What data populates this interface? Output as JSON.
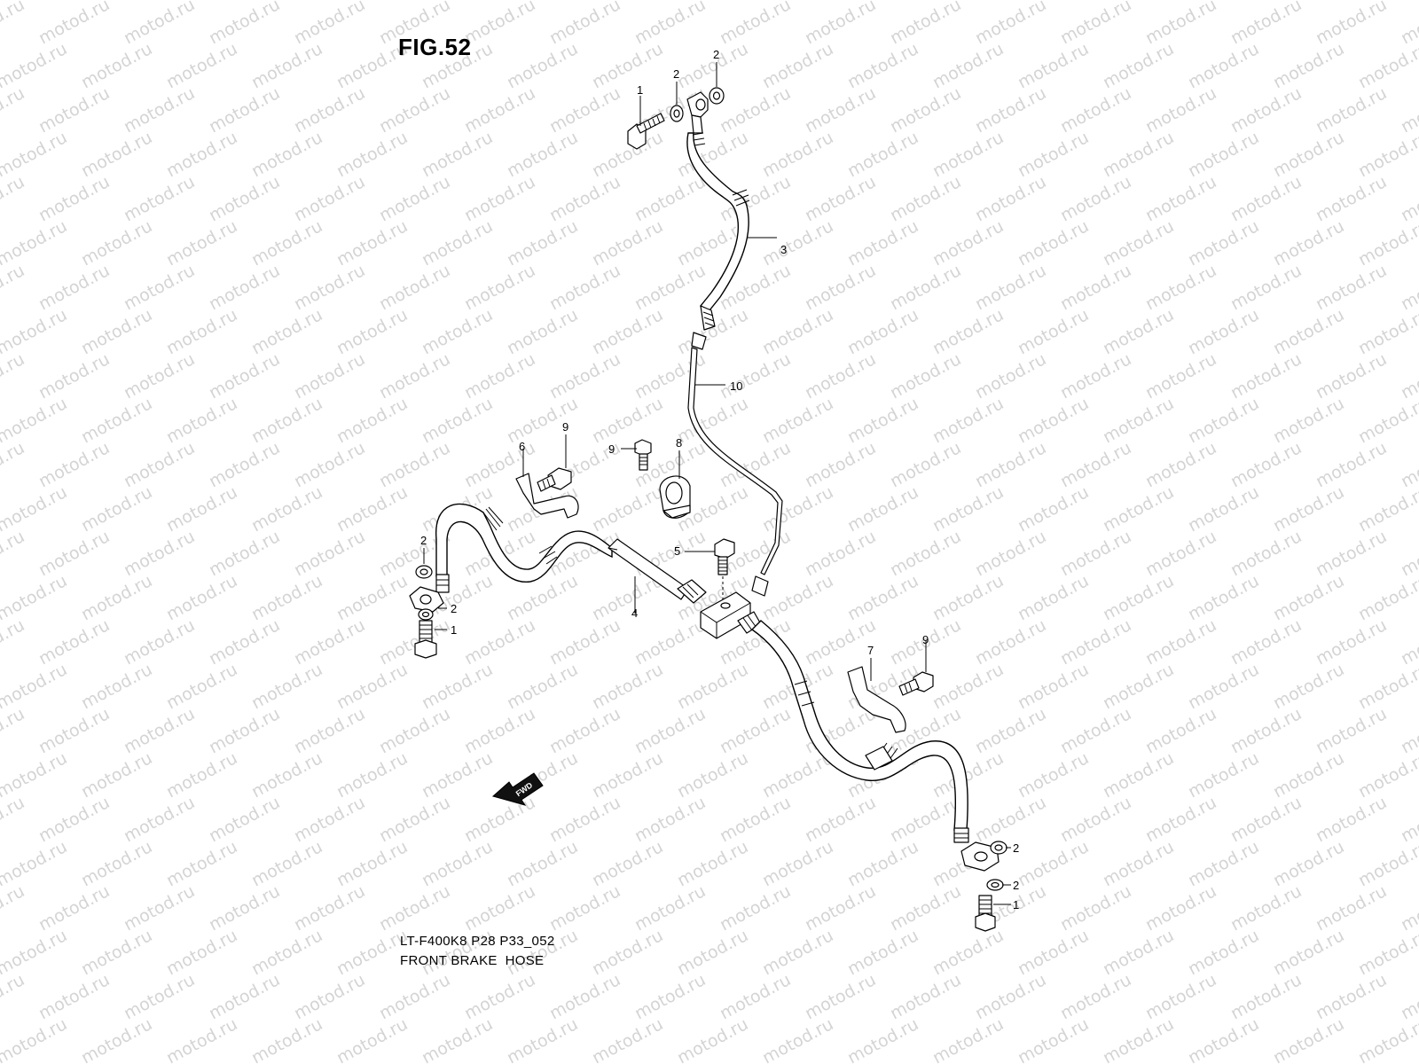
{
  "figure": {
    "title": "FIG.52",
    "code": "LT-F400K8 P28 P33_052",
    "name": "FRONT BRAKE  HOSE"
  },
  "watermark": {
    "text": "motod.ru"
  },
  "direction_marker": {
    "text": "FWD",
    "icon": "fwd-arrow-icon"
  },
  "callouts": [
    {
      "id": "c1a",
      "label": "1"
    },
    {
      "id": "c2a",
      "label": "2"
    },
    {
      "id": "c2b",
      "label": "2"
    },
    {
      "id": "c3",
      "label": "3"
    },
    {
      "id": "c10",
      "label": "10"
    },
    {
      "id": "c6",
      "label": "6"
    },
    {
      "id": "c9a",
      "label": "9"
    },
    {
      "id": "c9b",
      "label": "9"
    },
    {
      "id": "c8",
      "label": "8"
    },
    {
      "id": "c2c",
      "label": "2"
    },
    {
      "id": "c2d",
      "label": "2"
    },
    {
      "id": "c1b",
      "label": "1"
    },
    {
      "id": "c5",
      "label": "5"
    },
    {
      "id": "c4",
      "label": "4"
    },
    {
      "id": "c7",
      "label": "7"
    },
    {
      "id": "c9c",
      "label": "9"
    },
    {
      "id": "c2e",
      "label": "2"
    },
    {
      "id": "c2f",
      "label": "2"
    },
    {
      "id": "c1c",
      "label": "1"
    }
  ]
}
